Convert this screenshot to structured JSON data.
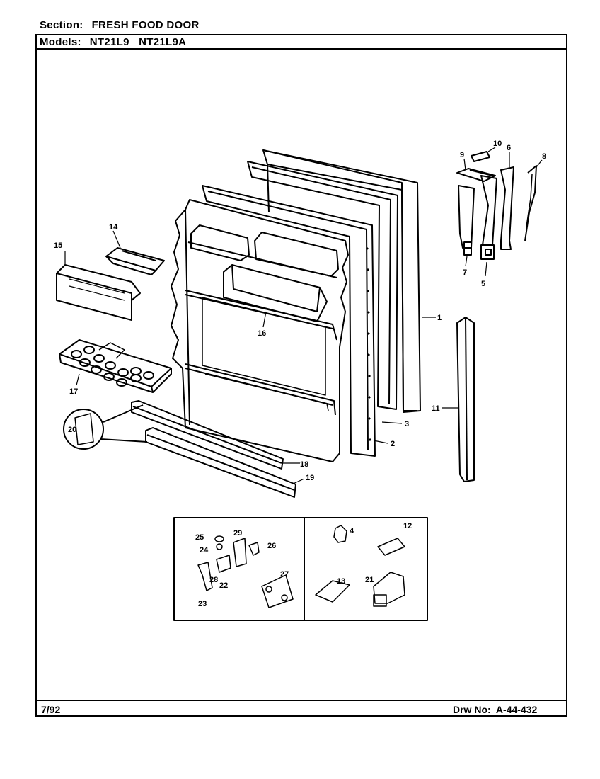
{
  "header": {
    "section_label": "Section:",
    "section_value": "FRESH FOOD DOOR",
    "models_label": "Models:",
    "models_value": "NT21L9   NT21L9A"
  },
  "footer": {
    "date": "7/92",
    "drawing_number": "Drw No:  A-44-432"
  },
  "callouts": {
    "p1": "1",
    "p2": "2",
    "p3": "3",
    "p4": "4",
    "p5": "5",
    "p6": "6",
    "p7": "7",
    "p8": "8",
    "p9": "9",
    "p10": "10",
    "p11": "11",
    "p12": "12",
    "p13": "13",
    "p14": "14",
    "p15": "15",
    "p16": "16",
    "p17": "17",
    "p18": "18",
    "p19": "19",
    "p20": "20",
    "p21": "21",
    "p22": "22",
    "p23": "23",
    "p24": "24",
    "p25": "25",
    "p26": "26",
    "p27": "27",
    "p28": "28",
    "p29": "29"
  }
}
